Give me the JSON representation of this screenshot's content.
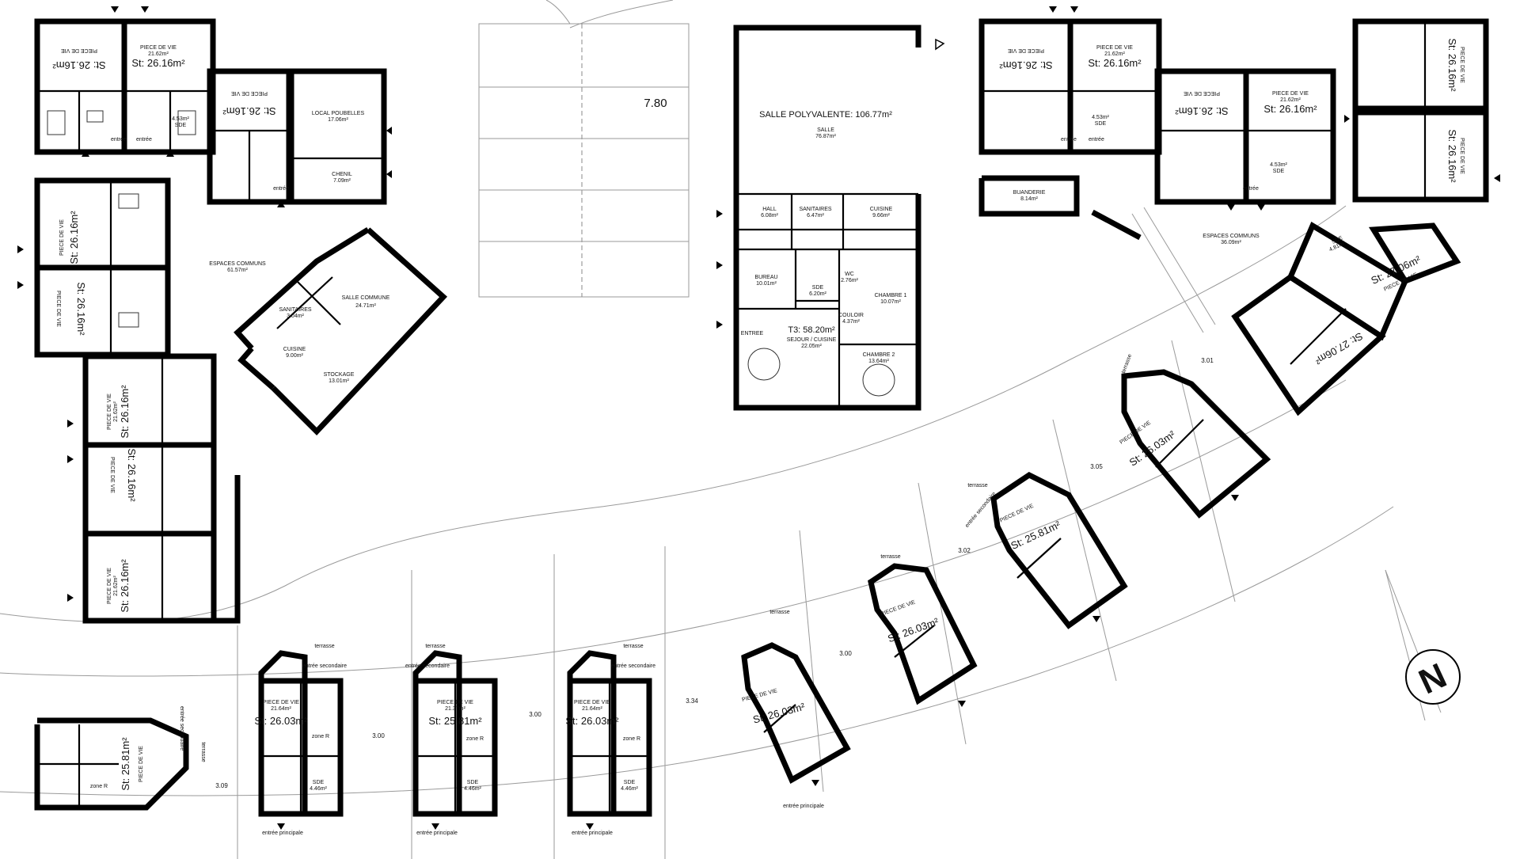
{
  "labels": {
    "piece_de_vie": "PIECE DE VIE",
    "area_2162": "21.62m²",
    "area_2164": "21.64m²",
    "area_2137": "21.37m²",
    "st_2616": "St: 26.16m²",
    "st_2603": "St: 26.03m²",
    "st_2581": "St: 25.81m²",
    "st_2706": "St: 27.06m²",
    "sde": "SDE",
    "sde_453": "4.53m²",
    "sde_446": "4.46m²",
    "sde_481": "4.81m²",
    "entree": "entrée",
    "entree_secondaire": "entrée secondaire",
    "entree_principale": "entrée principale",
    "terrasse": "terrasse",
    "zone_r": "zone R",
    "local_poubelles": "LOCAL POUBELLES",
    "local_poubelles_area": "17.06m²",
    "chenil": "CHENIL",
    "chenil_area": "7.09m²",
    "espaces_communs_left": "ESPACES COMMUNS",
    "espaces_communs_left_area": "61.57m²",
    "salle_commune": "SALLE COMMUNE",
    "salle_commune_area": "24.71m²",
    "sanitaires": "SANITAIRES",
    "sanitaires_left_area": "3.04m²",
    "cuisine": "CUISINE",
    "cuisine_left_area": "9.00m²",
    "stockage": "STOCKAGE",
    "stockage_area": "13.01m²",
    "parking_dim": "7.80",
    "salle_polyvalente": "SALLE POLYVALENTE: 106.77m²",
    "salle": "SALLE",
    "salle_area": "76.87m²",
    "hall": "HALL",
    "hall_area": "6.08m²",
    "sanitaires_center_area": "6.47m²",
    "cuisine_center_area": "9.66m²",
    "bureau": "BUREAU",
    "bureau_area": "10.01m²",
    "sde_center_area": "6.20m²",
    "wc": "WC",
    "wc_area": "2.76m²",
    "chambre1": "CHAMBRE 1",
    "chambre1_area": "10.07m²",
    "couloir": "COULOIR",
    "couloir_area": "4.37m²",
    "chambre2": "CHAMBRE 2",
    "chambre2_area": "13.64m²",
    "entree_caps": "ENTREE",
    "t3": "T3: 58.20m²",
    "sejour_cuisine": "SEJOUR / CUISINE",
    "sejour_area": "22.05m²",
    "buanderie": "BUANDERIE",
    "buanderie_area": "8.14m²",
    "espaces_communs_right": "ESPACES COMMUNS",
    "espaces_communs_right_area": "36.09m²",
    "north": "N"
  },
  "dimensions": {
    "d_309": "3.09",
    "d_300a": "3.00",
    "d_300b": "3.00",
    "d_334": "3.34",
    "d_300c": "3.00",
    "d_302": "3.02",
    "d_305": "3.05",
    "d_301": "3.01"
  },
  "colors": {
    "wall": "#000000",
    "thin_line": "#9a9a9a",
    "background": "#ffffff"
  }
}
